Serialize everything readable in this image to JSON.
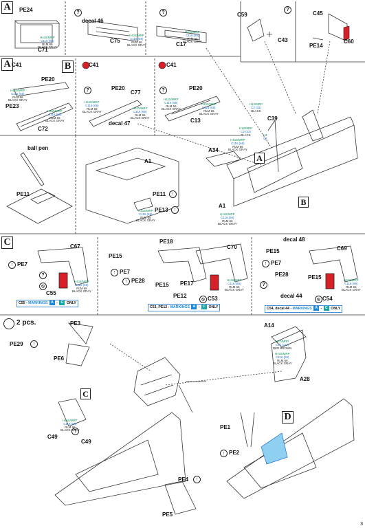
{
  "sections": {
    "a": "A",
    "b": "B",
    "c": "C",
    "d": "D"
  },
  "paint_text": {
    "h415": "H415/MRP",
    "c116": "C116",
    "c116_tag": "(66)",
    "rlm66": "RLM 66",
    "black_gray": "BLACK GRAY",
    "h12": "H12/MRP",
    "c2": "C2",
    "c2_tag": "(33)",
    "black": "BLACK",
    "h47": "H47/MRP",
    "c41": "C41",
    "c41_tag": "(112)",
    "red_brown": "RED BROWN",
    "h2": "H2",
    "c2b": "C2"
  },
  "labels": {
    "pe24": "PE24",
    "c71": "C71",
    "decal46": "decal 46",
    "c75": "C75",
    "c17": "C17",
    "c59": "C59",
    "c43": "C43",
    "c45": "C45",
    "pe14": "PE14",
    "c60": "C60",
    "c41_a": "C41",
    "pe20_a": "PE20",
    "pe23": "PE23",
    "c72": "C72",
    "c41_b": "C41",
    "pe20_b": "PE20",
    "c77": "C77",
    "decal47": "decal 47",
    "c41_c": "C41",
    "pe20_c": "PE20",
    "c13": "C13",
    "c39": "C39",
    "a34": "A34",
    "ball_pen": "ball pen",
    "pe11_a": "PE11",
    "a1_a": "A1",
    "pe11_b": "PE11",
    "pe13": "PE13",
    "a1_b": "A1",
    "c67": "C67",
    "pe7_a": "PE7",
    "c55": "C55",
    "pe18": "PE18",
    "c70": "C70",
    "pe15_a": "PE15",
    "pe7_b": "PE7",
    "pe28_a": "PE28",
    "pe15_b": "PE15",
    "pe17": "PE17",
    "pe12": "PE12",
    "c53": "C53",
    "decal48": "decal 48",
    "pe15_c": "PE15",
    "c69": "C69",
    "pe7_c": "PE7",
    "pe28_b": "PE28",
    "pe15_d": "PE15",
    "decal44": "decal 44",
    "c54": "C54",
    "two_pcs": "2 pcs.",
    "pe3": "PE3",
    "pe6": "PE6",
    "pe29": "PE29",
    "a14": "A14",
    "a28": "A28",
    "c49_a": "C49",
    "c49_b": "C49",
    "pe1": "PE1",
    "pe2": "PE2",
    "pe4": "PE4",
    "pe5": "PE5",
    "page_number": "3"
  },
  "markings": {
    "m1": {
      "prefix": "C55 - ",
      "word": "MARKINGS",
      "a": "A",
      "sep": " - ",
      "c": "C",
      "suffix": " ONLY"
    },
    "m2": {
      "prefix": "C53, PE12 - ",
      "word": "MARKINGS",
      "a": "A",
      "sep": " - ",
      "c": "C",
      "suffix": " ONLY"
    },
    "m3": {
      "prefix": "C54, decal 44 - ",
      "word": "MARKINGS",
      "a": "A",
      "sep": " - ",
      "c": "C",
      "suffix": " ONLY"
    }
  },
  "symbols": {
    "optional": "?",
    "bend": "↑",
    "no": "⦸"
  },
  "colors": {
    "paint_green": "#0a8f5a",
    "paint_blue": "#1f6fd0",
    "marking_blue": "#1b87d8",
    "marking_cyan": "#17a6a6",
    "part_red": "#d8202a",
    "line": "#333333"
  }
}
